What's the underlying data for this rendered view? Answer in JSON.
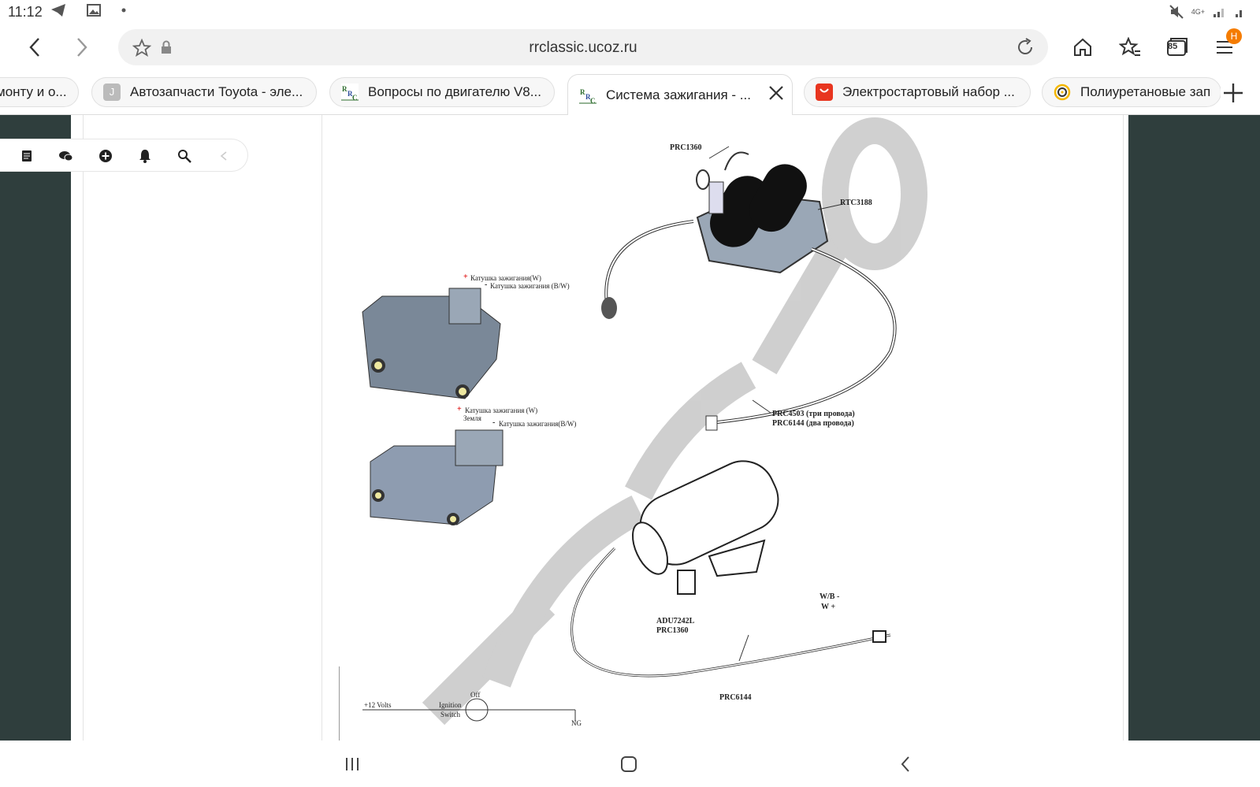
{
  "status": {
    "time": "11:12",
    "network": "4G+"
  },
  "browser": {
    "url": "rrclassic.ucoz.ru",
    "tab_count": "85",
    "profile_badge": "H"
  },
  "tabs": [
    {
      "label": "монту и о...",
      "icon": "none"
    },
    {
      "label": "Автозапчасти Toyota - эле...",
      "icon": "J"
    },
    {
      "label": "Вопросы по двигателю V8...",
      "icon": "rrc-logo"
    },
    {
      "label": "Система зажигания - ...",
      "icon": "rrc-logo",
      "active": true
    },
    {
      "label": "Электростартовый набор ...",
      "icon": "aliexpress-logo"
    },
    {
      "label": "Полиуретановые зап",
      "icon": "spiral-logo"
    }
  ],
  "figure": {
    "labels": {
      "prc1360_top": "PRC1360",
      "rtc3188": "RTC3188",
      "coil_w_plus": "Катушка зажигания(W)",
      "coil_bw_minus": "Катушка зажигания (B/W)",
      "coil_w_plus_2": "Катушка зажигания (W)",
      "ground": "Земля",
      "coil_bw_minus_2": "Катушка зажигания(B/W)",
      "prc4503": "PRC4503 (три провода)",
      "prc6144_two": "PRC6144 (два провода)",
      "wb": "W/B -",
      "w": "W +",
      "adu7242l": "ADU7242L",
      "prc1360_bottom": "PRC1360",
      "prc6144": "PRC6144",
      "volts": "+12 Volts",
      "ignition": "Ignition",
      "switch": "Switch",
      "off": "Off",
      "ng": "NG",
      "plus_sign": "+",
      "minus_sign": "-"
    }
  }
}
